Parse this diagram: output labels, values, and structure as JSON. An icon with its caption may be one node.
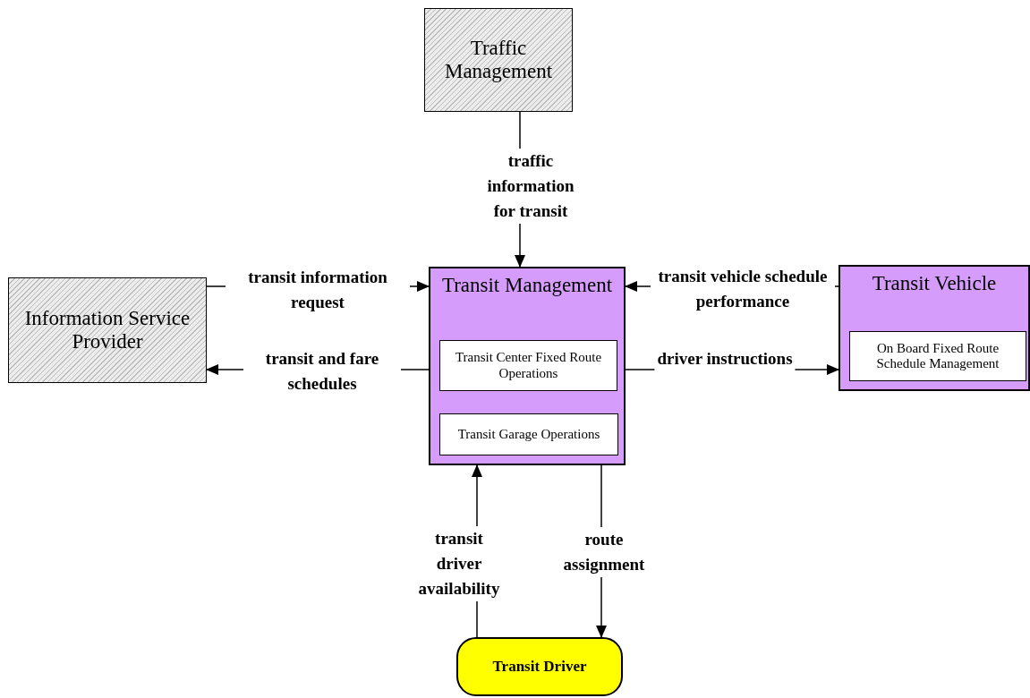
{
  "diagram": {
    "nodes": [
      {
        "text": [
          "Traffic Management"
        ]
      },
      {
        "text": [
          "Information Service Provider"
        ]
      },
      {
        "text": [
          "Transit Management"
        ]
      },
      {
        "text": [
          "Transit Center Fixed Route Operations"
        ],
        "in": 2
      },
      {
        "text": [
          "Transit Garage Operations"
        ],
        "in": 2
      },
      {
        "text": [
          "Transit Vehicle"
        ]
      },
      {
        "text": [
          "On Board Fixed Route Schedule Management"
        ],
        "in": 5
      },
      {
        "text": [
          "Transit Driver"
        ]
      }
    ],
    "edges": [
      {
        "from": 0,
        "to": 2,
        "arrow": "to",
        "label": "traffic information for transit"
      },
      {
        "from": 1,
        "to": 2,
        "arrow": "to",
        "label": "transit information request"
      },
      {
        "from": 2,
        "to": 1,
        "arrow": "to",
        "label": "transit and fare schedules"
      },
      {
        "from": 5,
        "to": 2,
        "arrow": "to",
        "label": "transit vehicle schedule performance"
      },
      {
        "from": 2,
        "to": 5,
        "arrow": "to",
        "label": "driver instructions"
      },
      {
        "from": 7,
        "to": 2,
        "arrow": "to",
        "label": "transit driver availability"
      },
      {
        "from": 2,
        "to": 7,
        "arrow": "to",
        "label": "route assignment"
      }
    ]
  }
}
